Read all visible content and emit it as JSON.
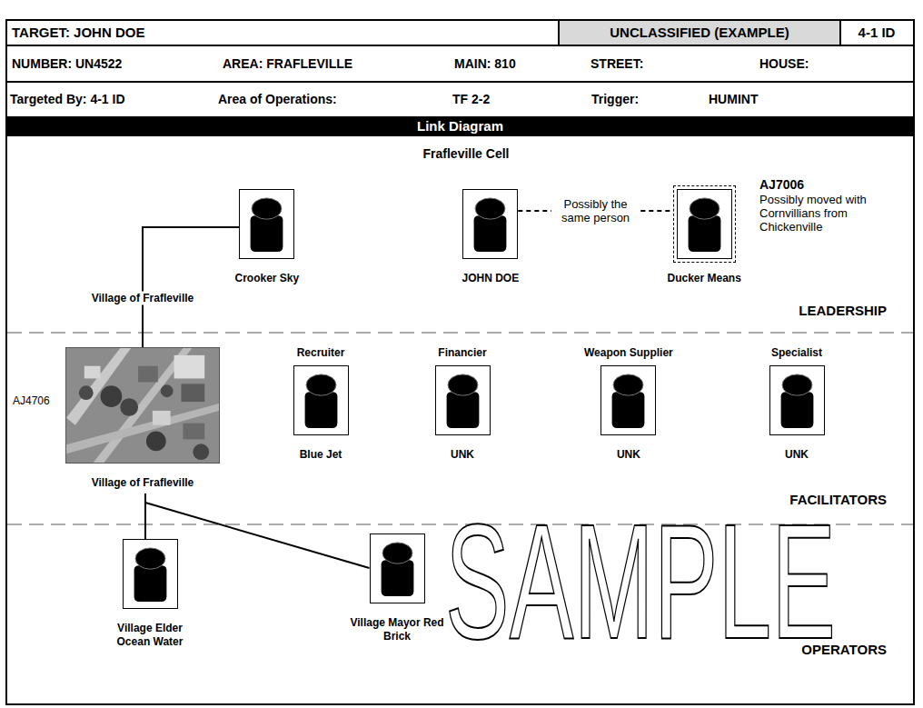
{
  "diagram": {
    "title": "Link Diagram",
    "nodes": [
      {
        "text": [
          "Crooker Sky"
        ]
      },
      {
        "text": [
          "JOHN DOE"
        ]
      },
      {
        "text": [
          "Ducker Means"
        ]
      },
      {
        "text": [
          "AJ4706",
          "Village of Frafleville"
        ]
      },
      {
        "text": [
          "Recruiter",
          "Blue Jet"
        ]
      },
      {
        "text": [
          "Financier",
          "UNK"
        ]
      },
      {
        "text": [
          "Weapon Supplier",
          "UNK"
        ]
      },
      {
        "text": [
          "Specialist",
          "UNK"
        ]
      },
      {
        "text": [
          "Village Elder Ocean Water"
        ]
      },
      {
        "text": [
          "Village Mayor Red Brick"
        ]
      }
    ],
    "edges": [
      {
        "from": 0,
        "to": 3,
        "arrow": "none",
        "label": "Village of Frafleville"
      },
      {
        "from": 1,
        "to": 2,
        "arrow": "none",
        "label": "Possibly the same person"
      },
      {
        "from": 3,
        "to": 8,
        "arrow": "none"
      },
      {
        "from": 3,
        "to": 9,
        "arrow": "none"
      }
    ],
    "labels": [
      "TARGET: JOHN DOE",
      "UNCLASSIFIED (EXAMPLE)",
      "4-1 ID",
      "NUMBER: UN4522",
      "AREA: FRAFLEVILLE",
      "MAIN: 810",
      "STREET:",
      "HOUSE:",
      "Targeted By: 4-1 ID",
      "Area of Operations:",
      "TF 2-2",
      "Trigger:",
      "HUMINT",
      "Frafleville Cell",
      "AJ7006",
      "Possibly moved with Cornvillians from Chickenville",
      "LEADERSHIP",
      "FACILITATORS",
      "OPERATORS",
      "SAMPLE"
    ]
  }
}
